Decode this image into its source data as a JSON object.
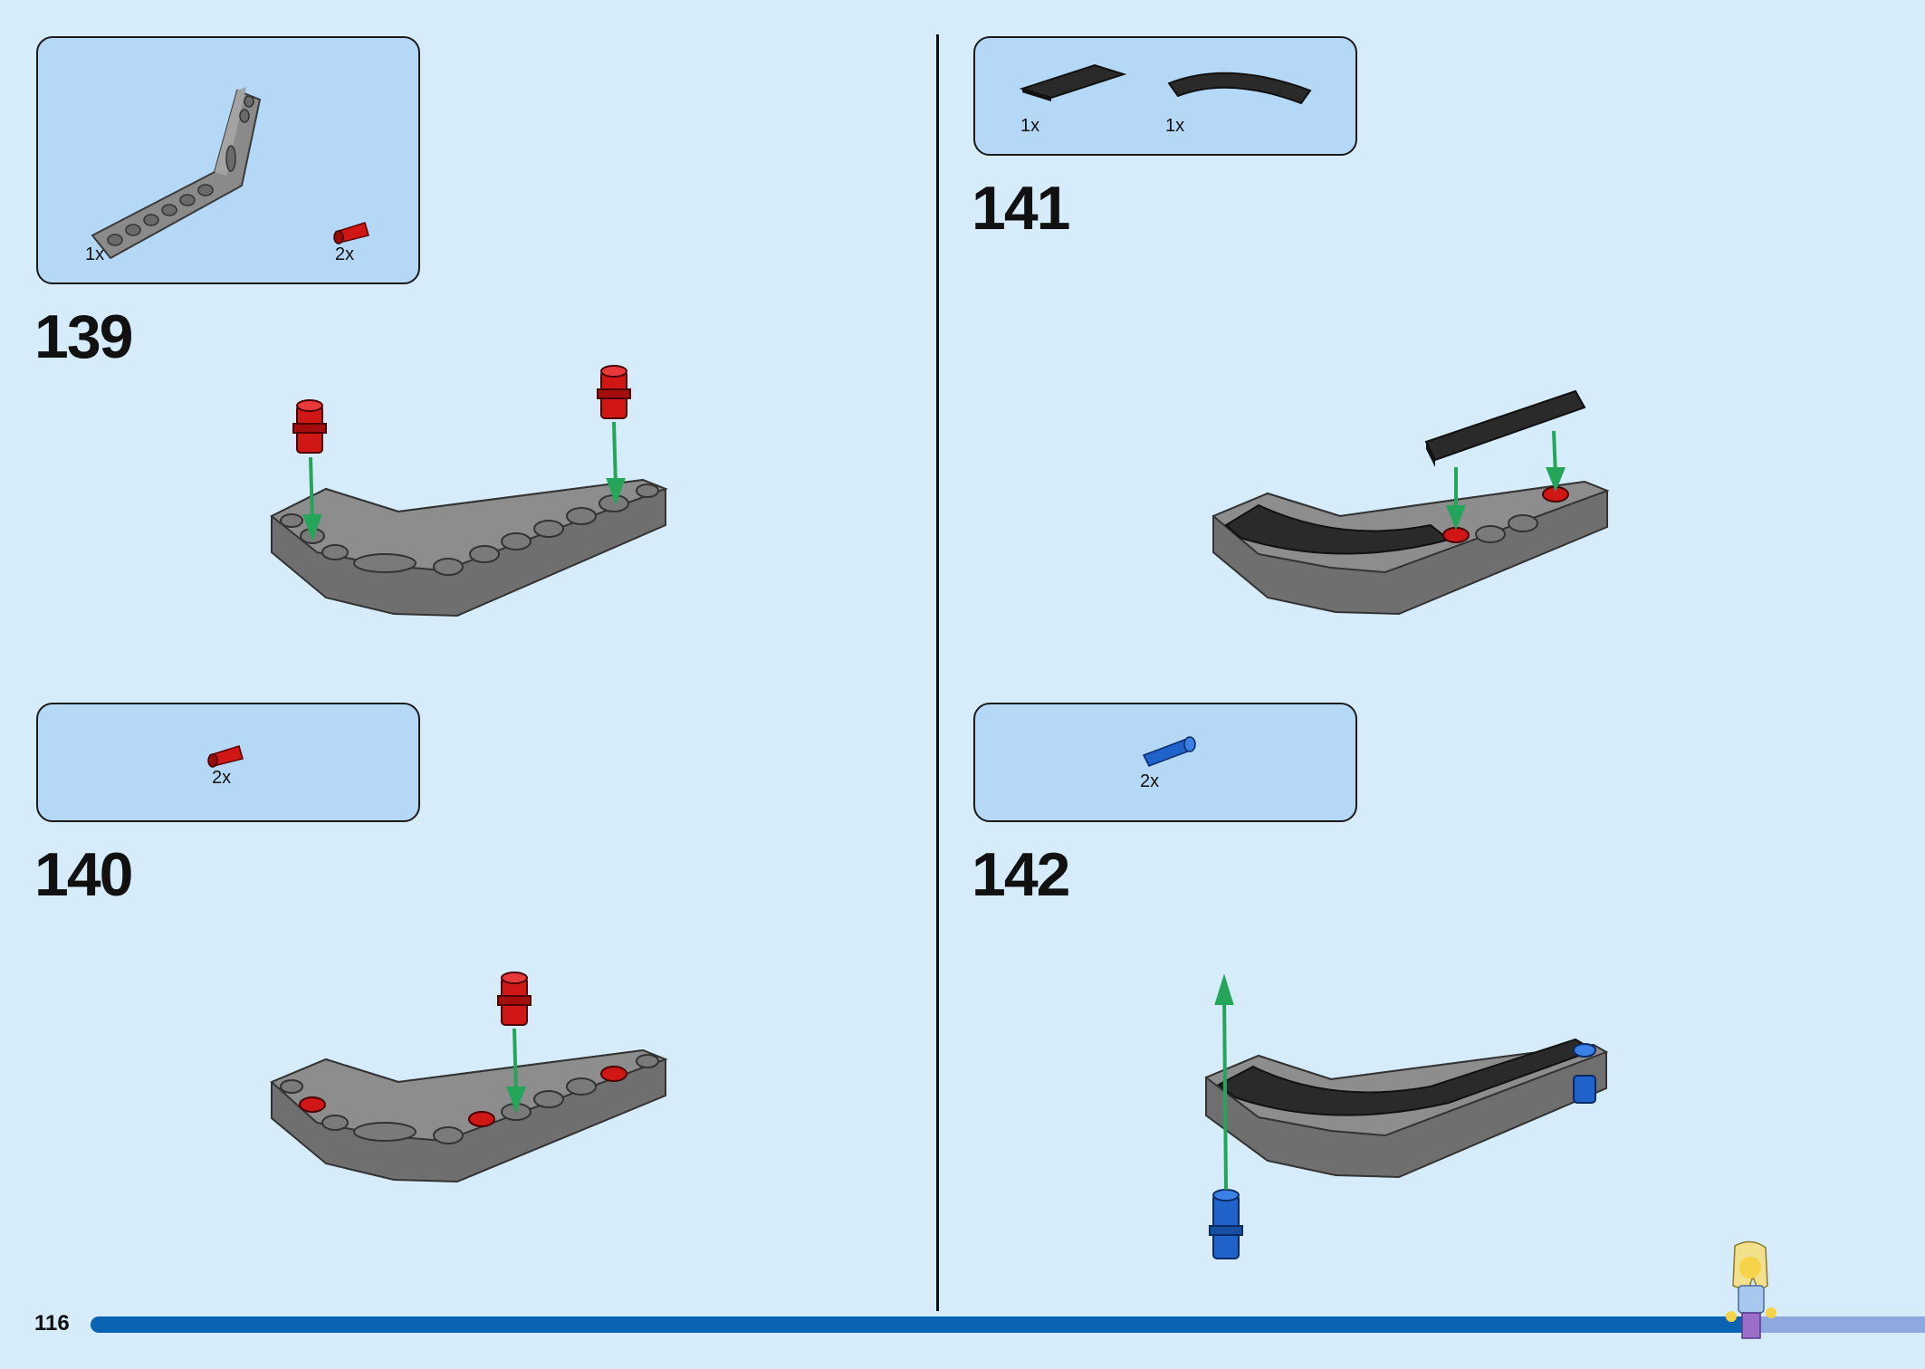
{
  "page_number": "116",
  "progress": {
    "fraction": 0.91
  },
  "steps": [
    {
      "number": "139",
      "parts": [
        {
          "name": "gray-bent-beam",
          "qty": "1x"
        },
        {
          "name": "red-pin",
          "qty": "2x"
        }
      ]
    },
    {
      "number": "140",
      "parts": [
        {
          "name": "red-pin",
          "qty": "2x"
        }
      ]
    },
    {
      "number": "141",
      "parts": [
        {
          "name": "black-tile",
          "qty": "1x"
        },
        {
          "name": "black-curved-tile",
          "qty": "1x"
        }
      ]
    },
    {
      "number": "142",
      "parts": [
        {
          "name": "blue-pin",
          "qty": "2x"
        }
      ]
    }
  ],
  "colors": {
    "background": "#d6ecfa",
    "parts_box": "#b4d8f6",
    "progress_fill": "#0a63b3",
    "progress_track": "#8fa8e0",
    "beam_gray": "#7a7a7a",
    "pin_red": "#d11616",
    "pin_blue": "#1f62c9",
    "tile_black": "#2a2a2a",
    "arrow_green": "#25a55a"
  }
}
